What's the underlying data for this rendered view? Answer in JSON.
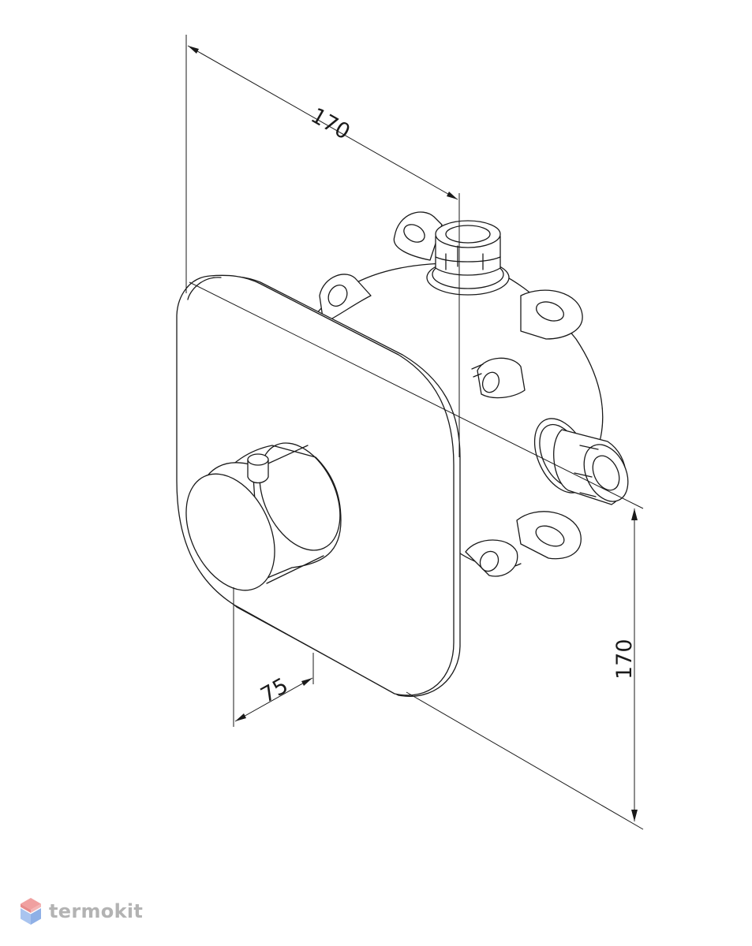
{
  "diagram": {
    "dimensions": {
      "width": "170",
      "height": "170",
      "depth": "75"
    }
  },
  "brand": {
    "name": "termokit",
    "logo_icon": "hexagon-cube-icon",
    "colors": {
      "logo_top": "#f0a0a0",
      "logo_bottom": "#a9c4ef",
      "text": "#b3b3b3"
    }
  }
}
